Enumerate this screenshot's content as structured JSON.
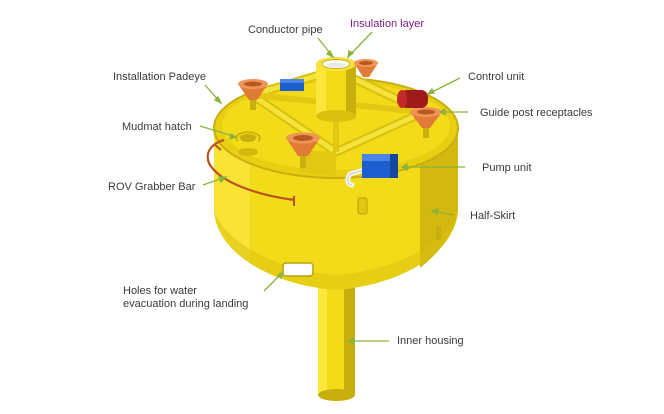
{
  "labels": {
    "conductor_pipe": "Conductor pipe",
    "insulation_layer": "Insulation layer",
    "installation_padeye": "Installation Padeye",
    "control_unit": "Control unit",
    "mudmat_hatch": "Mudmat hatch",
    "guide_post_receptacles": "Guide post receptacles",
    "rov_grabber_bar": "ROV Grabber Bar",
    "pump_unit": "Pump unit",
    "half_skirt": "Half-Skirt",
    "holes_water_line1": "Holes for water",
    "holes_water_line2": "evacuation during landing",
    "inner_housing": "Inner housing"
  },
  "colors": {
    "yellow_body": "#f2dc1a",
    "yellow_dark": "#d9c00f",
    "yellow_shadow": "#bfa60c",
    "orange_cone": "#e07a35",
    "blue_unit": "#1e5fcf",
    "red_unit": "#a11a1a",
    "leader_line": "#8cb33a",
    "leader_line_dark": "#6b8f2a",
    "label_text": "#3a3a3a",
    "accent_text": "#7a1f86"
  }
}
